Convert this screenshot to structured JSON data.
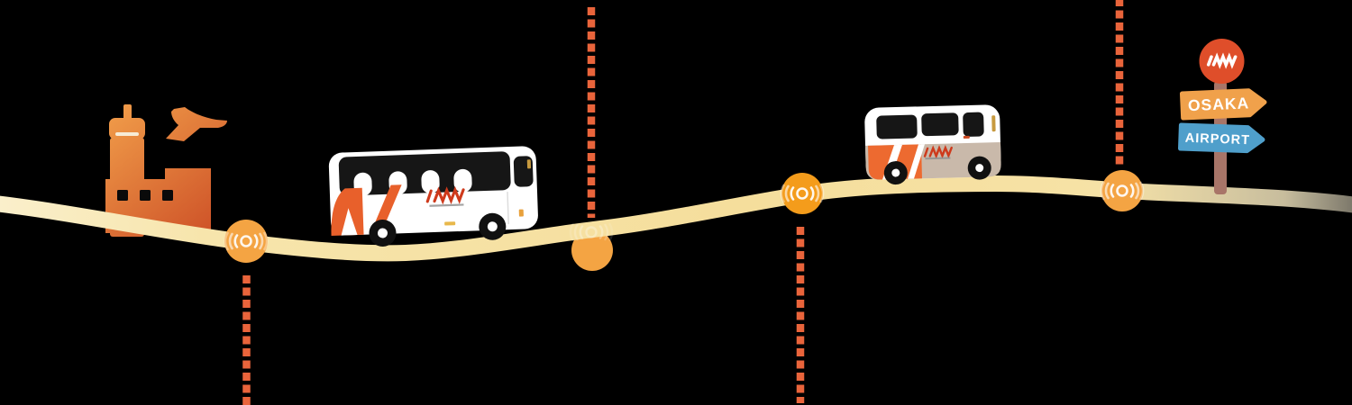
{
  "scene": {
    "background_color": "#000000",
    "description": "Airport limousine bus route illustration from airport terminal to Osaka Airport signpost"
  },
  "airport": {
    "building_icon": "airport-terminal-icon",
    "plane_icon": "airplane-takeoff-icon",
    "gradient_top": "#F2A04B",
    "gradient_bottom": "#CC4E26"
  },
  "route": {
    "road_color": "#F5DE9C",
    "dash_color": "#E9643B",
    "stop_fill": "#F4A443",
    "stop_fill_strong": "#F49C1B",
    "wave_color": "#FFFFFF",
    "stops": [
      {
        "name": "stop-1",
        "connector": "down",
        "wave": true
      },
      {
        "name": "stop-2",
        "connector": "up",
        "wave": false
      },
      {
        "name": "stop-3",
        "connector": "down",
        "wave": true
      },
      {
        "name": "stop-4",
        "connector": "up",
        "wave": true
      }
    ]
  },
  "vehicles": {
    "coach_bus": {
      "icon": "coach-bus-icon",
      "body_color": "#FFFFFF",
      "accent_color": "#E8602B",
      "logo_color": "#CE3A1C",
      "window_color": "#161616"
    },
    "minibus": {
      "icon": "minibus-icon",
      "body_color": "#FFFFFF",
      "lower_color": "#C9B9AA",
      "accent_color": "#ED6A30",
      "logo_color": "#CE3A1C",
      "window_color": "#161616"
    }
  },
  "signpost": {
    "disc": {
      "icon": "zigzag-logo-icon",
      "color": "#DF4E2A",
      "logo_color": "#FFFFFF"
    },
    "pole_color": "#A87568",
    "signs": [
      {
        "label": "OSAKA",
        "color": "#F0A14B",
        "text_color": "#FFFFFF",
        "direction": "right"
      },
      {
        "label": "AIRPORT",
        "color": "#4F9FCB",
        "text_color": "#FFFFFF",
        "direction": "right"
      }
    ]
  }
}
